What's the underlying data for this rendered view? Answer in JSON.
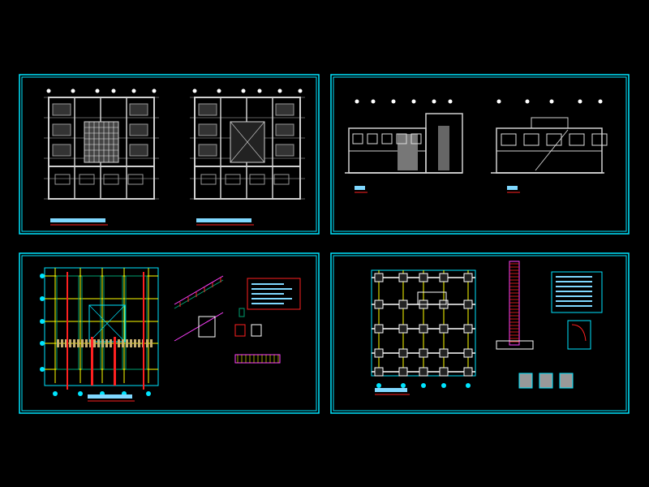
{
  "colors": {
    "background": "#000000",
    "sheet_border": "#00e5ff",
    "label": "#7fd8ff",
    "underline": "#ff2020",
    "wall": "#d0d0d0",
    "grid": "#ffff00",
    "beam": "#00a070",
    "rebar": "#ff2020",
    "hatch": "#808080"
  },
  "sheets": [
    {
      "id": "floor-plans",
      "kind": "plans"
    },
    {
      "id": "sections",
      "kind": "sections"
    },
    {
      "id": "roof-framing",
      "kind": "framing"
    },
    {
      "id": "foundations",
      "kind": "foundation"
    }
  ]
}
